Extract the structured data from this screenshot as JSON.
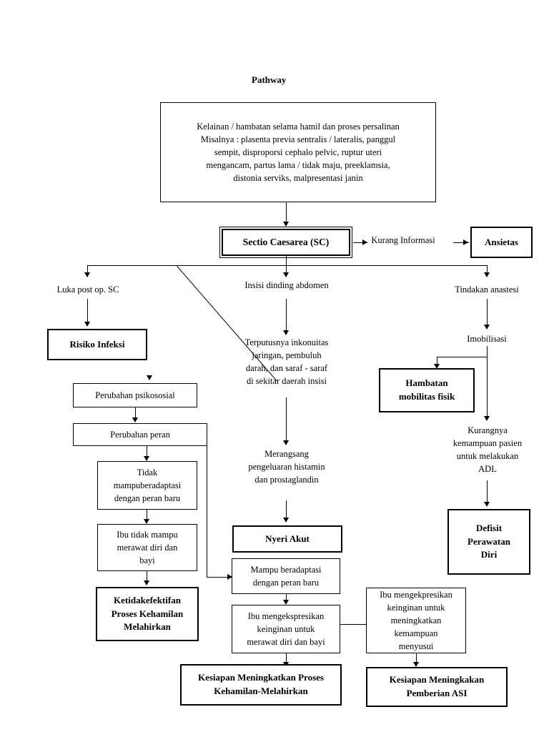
{
  "diagram": {
    "title": "Pathway",
    "nodes": {
      "etiology": "Kelainan / hambatan selama hamil dan proses persalinan Misalnya : plasenta previa sentralis / lateralis, panggul sempit, disproporsi cephalo pelvic, ruptur uteri mengancam, partus lama / tidak maju, preeklamsia, distonia serviks, malpresentasi janin",
      "etiology_lines": [
        "Kelainan / hambatan selama hamil dan proses persalinan",
        "Misalnya : plasenta previa sentralis / lateralis, panggul",
        "sempit, disproporsi cephalo pelvic, ruptur uteri",
        "mengancam, partus lama / tidak maju, preeklamsia,",
        "distonia serviks, malpresentasi janin"
      ],
      "sectio_caesarea": "Sectio Caesarea (SC)",
      "kurang_informasi": "Kurang Informasi",
      "ansietas": "Ansietas",
      "luka_post_op": "Luka post op. SC",
      "insisi_dinding": "Insisi dinding abdomen",
      "tindakan_anastesi": "Tindakan anastesi",
      "risiko_infeksi": "Risiko Infeksi",
      "imobilisasi": "Imobilisasi",
      "hambatan_mobilitas_lines": [
        "Hambatan",
        "mobilitas fisik"
      ],
      "terputusnya_lines": [
        "Terputusnya inkonuitas",
        "jaringan, pembuluh",
        "darah, dan saraf - saraf",
        "di sekitar daerah insisi"
      ],
      "kurangnya_kemampuan_lines": [
        "Kurangnya",
        "kemampuan pasien",
        "untuk melakukan",
        "ADL"
      ],
      "perubahan_psikososial": "Perubahan psikososial",
      "perubahan_peran": "Perubahan peran",
      "merangsang_lines": [
        "Merangsang",
        "pengeluaran histamin",
        "dan prostaglandin"
      ],
      "tidak_mampu_lines": [
        "Tidak",
        "mampuberadaptasi",
        "dengan peran baru"
      ],
      "defisit_lines": [
        "Defisit",
        "Perawatan",
        "Diri"
      ],
      "nyeri_akut": "Nyeri Akut",
      "ibu_tidak_mampu_lines": [
        "Ibu tidak mampu",
        "merawat diri dan",
        "bayi"
      ],
      "mampu_beradaptasi_lines": [
        "Mampu beradaptasi",
        "dengan peran baru"
      ],
      "ketidakefektifan_lines": [
        "Ketidakefektifan",
        "Proses Kehamilan",
        "Melahirkan"
      ],
      "ibu_mengekspresikan_lines": [
        "Ibu mengekspresikan",
        "keinginan untuk",
        "merawat diri dan bayi"
      ],
      "ibu_mengekpresikan_asi_lines": [
        "Ibu mengekpresikan",
        "keinginan untuk",
        "meningkatkan",
        "kemampuan",
        "menyusui"
      ],
      "kesiapan_kehamilan_lines": [
        "Kesiapan Meningkatkan Proses",
        "Kehamilan-Melahirkan"
      ],
      "kesiapan_asi_lines": [
        "Kesiapan Meningkakan",
        "Pemberian ASI"
      ]
    }
  }
}
